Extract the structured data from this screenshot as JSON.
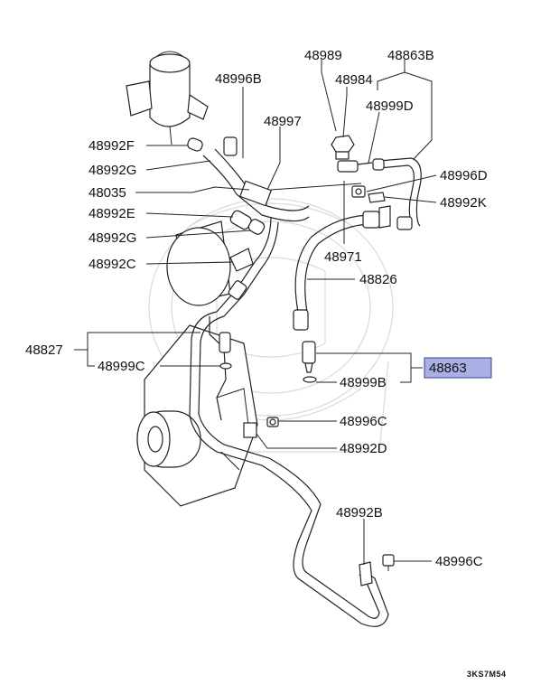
{
  "diagram": {
    "labels": {
      "l48989": "48989",
      "l48863B": "48863B",
      "l48984": "48984",
      "l48996B": "48996B",
      "l48999D": "48999D",
      "l48997": "48997",
      "l48992F": "48992F",
      "l48992G_top": "48992G",
      "l48996D": "48996D",
      "l48035": "48035",
      "l48992K": "48992K",
      "l48992E": "48992E",
      "l48992G_mid": "48992G",
      "l48971": "48971",
      "l48992C": "48992C",
      "l48826": "48826",
      "l48827": "48827",
      "l48999C": "48999C",
      "l48863": "48863",
      "l48999B": "48999B",
      "l48996C_mid": "48996C",
      "l48992D": "48992D",
      "l48992B": "48992B",
      "l48996C_bot": "48996C"
    },
    "code": "3KS7M54",
    "highlight_color": "#aab0e6"
  }
}
